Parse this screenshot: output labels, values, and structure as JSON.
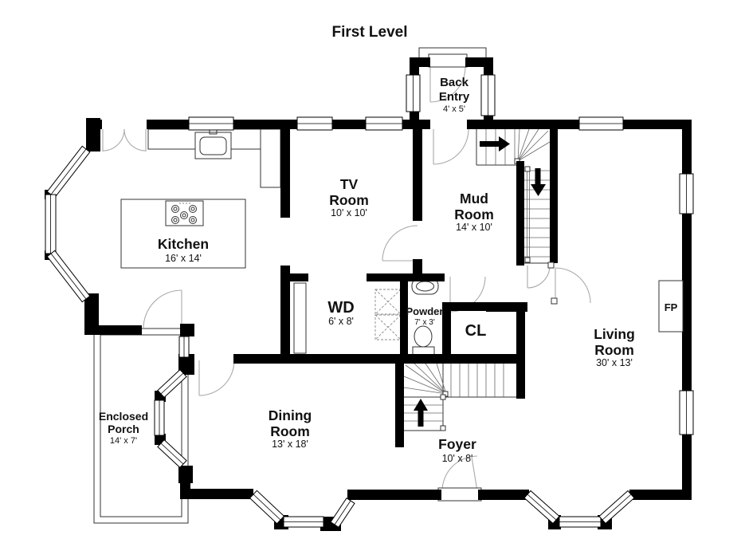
{
  "title": "First Level",
  "colors": {
    "wall": "#000000",
    "background": "#ffffff",
    "thin_line": "#333333",
    "door_arc": "#aaaaaa",
    "stair_tread": "#666666",
    "appliance_dashed": "#888888"
  },
  "rooms": {
    "back_entry": {
      "line1": "Back",
      "line2": "Entry",
      "dims": "4' x 5'"
    },
    "tv_room": {
      "line1": "TV",
      "line2": "Room",
      "dims": "10' x 10'"
    },
    "mud_room": {
      "line1": "Mud",
      "line2": "Room",
      "dims": "14' x 10'"
    },
    "kitchen": {
      "line1": "Kitchen",
      "dims": "16' x 14'"
    },
    "wd": {
      "line1": "WD",
      "dims": "6' x 8'"
    },
    "powder": {
      "line1": "Powder",
      "dims": "7' x 3'"
    },
    "closet": {
      "line1": "CL"
    },
    "living_room": {
      "line1": "Living",
      "line2": "Room",
      "dims": "30' x 13'"
    },
    "enclosed_porch": {
      "line1": "Enclosed",
      "line2": "Porch",
      "dims": "14' x 7'"
    },
    "dining_room": {
      "line1": "Dining",
      "line2": "Room",
      "dims": "13' x 18'"
    },
    "foyer": {
      "line1": "Foyer",
      "dims": "10' x 8'"
    },
    "fireplace": {
      "line1": "FP"
    }
  },
  "icons": {
    "stairs_to_upper": "arrow-right",
    "stairs_to_basement": "arrow-down",
    "stairs_from_foyer": "arrow-up"
  }
}
